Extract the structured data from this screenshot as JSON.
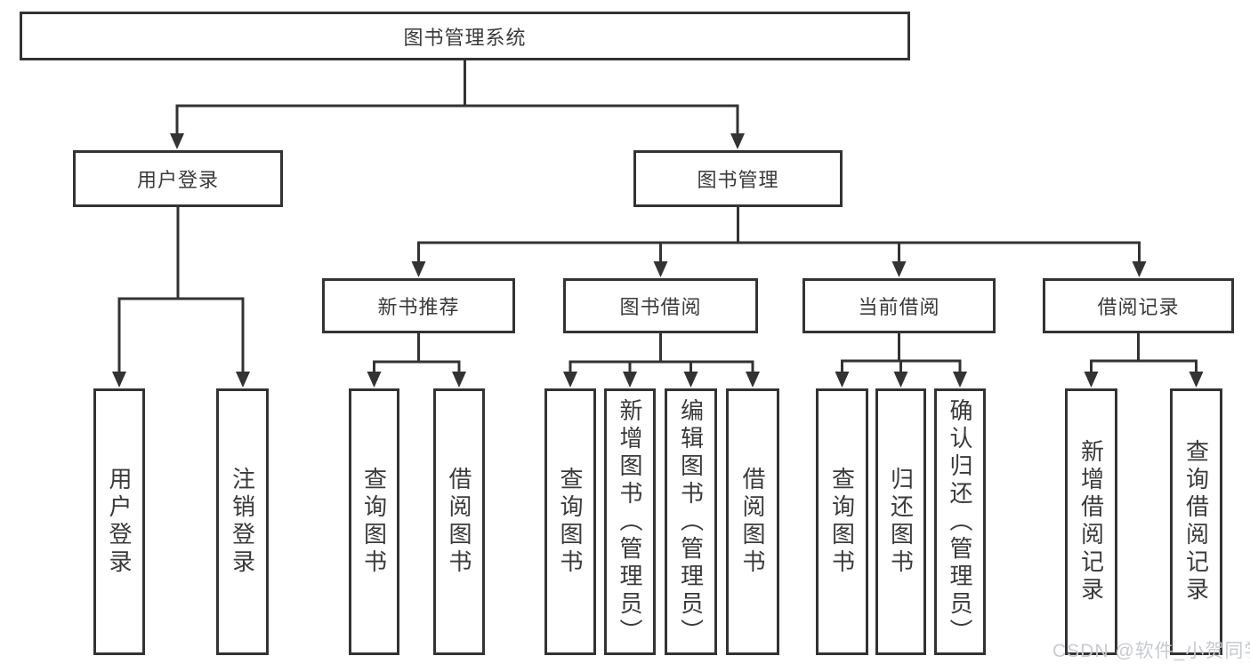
{
  "tree": {
    "root": "图书管理系统",
    "branches": [
      {
        "label": "用户登录",
        "leaves": [
          "用户登录",
          "注销登录"
        ]
      },
      {
        "label": "图书管理",
        "groups": [
          {
            "label": "新书推荐",
            "leaves": [
              "查询图书",
              "借阅图书"
            ]
          },
          {
            "label": "图书借阅",
            "leaves": [
              "查询图书",
              "新增图书（管理员）",
              "编辑图书（管理员）",
              "借阅图书"
            ]
          },
          {
            "label": "当前借阅",
            "leaves": [
              "查询图书",
              "归还图书",
              "确认归还（管理员）"
            ]
          },
          {
            "label": "借阅记录",
            "leaves": [
              "新增借阅记录",
              "查询借阅记录"
            ]
          }
        ]
      }
    ]
  },
  "watermark": {
    "text": "CSDN @软件_小贺同学"
  },
  "colors": {
    "line": "#333333",
    "box_border": "#333333",
    "box_fill": "#ffffff",
    "text": "#3a3a3a",
    "watermark": "#c7cbd1",
    "background": "#ffffff"
  }
}
